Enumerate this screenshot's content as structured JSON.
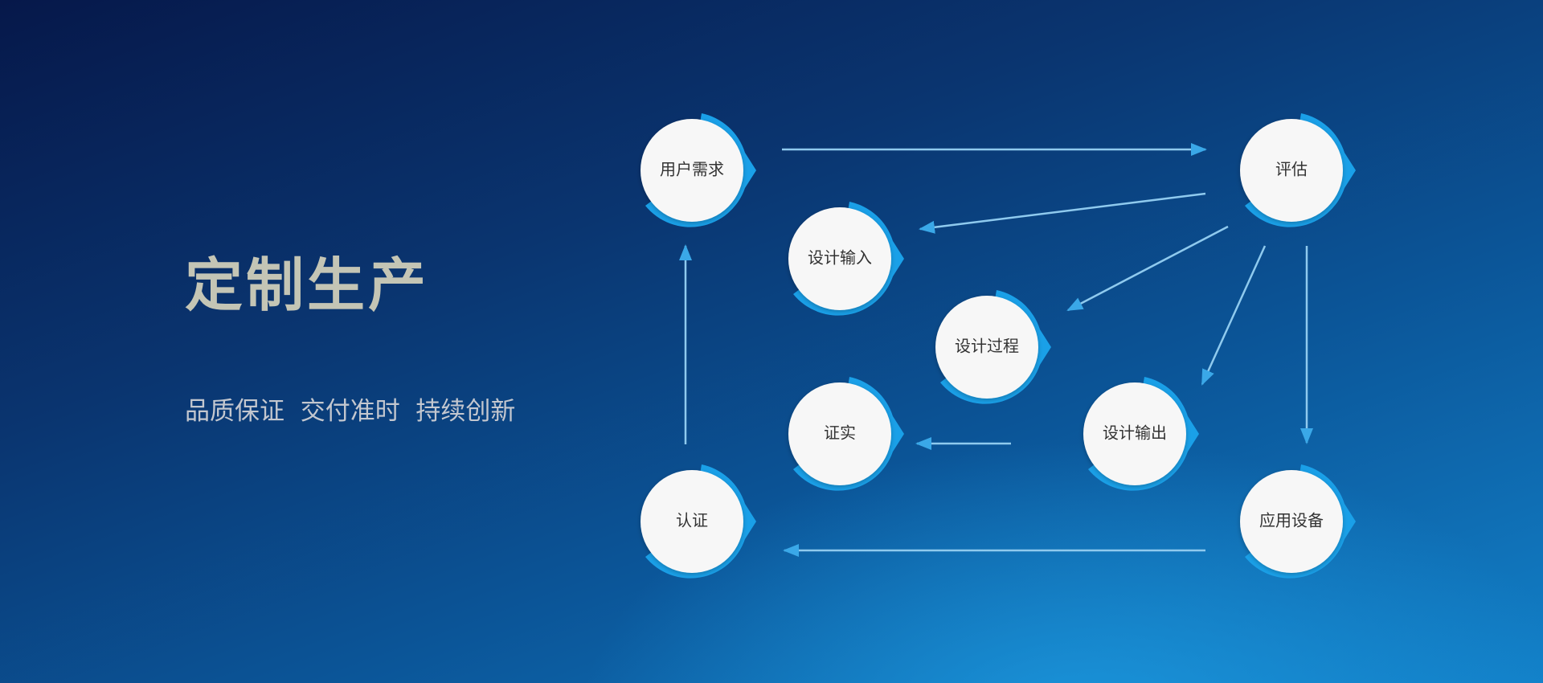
{
  "header": {
    "title": "定制生产",
    "subtitle": "品质保证  交付准时  持续创新"
  },
  "colors": {
    "accent": "#1aa0e8",
    "node_fill": "#f7f7f7",
    "arrow": "#7fc2ea"
  },
  "nodes": {
    "user_needs": "用户需求",
    "evaluation": "评估",
    "design_input": "设计输入",
    "design_process": "设计过程",
    "verification": "证实",
    "design_output": "设计输出",
    "certification": "认证",
    "application_equipment": "应用设备"
  }
}
